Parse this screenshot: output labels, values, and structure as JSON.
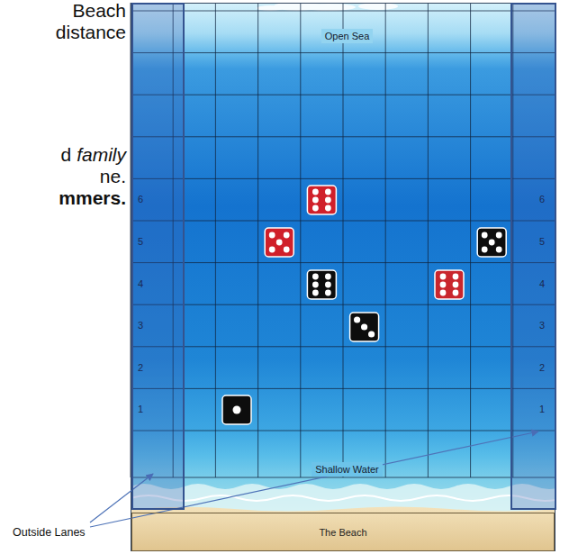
{
  "diagram": {
    "nodes": [
      {
        "text": [
          "Open Sea"
        ]
      },
      {
        "text": [
          "6",
          "5",
          "4",
          "3",
          "2",
          "1"
        ]
      },
      {
        "text": [
          "6",
          "5",
          "4",
          "3",
          "2",
          "1"
        ]
      },
      {
        "text": [
          "Shallow Water"
        ]
      },
      {
        "text": [
          "The Beach"
        ]
      }
    ],
    "labels": [
      "Beach",
      "distance",
      "d",
      "family",
      "ne.",
      "mmers.",
      "Outside Lanes"
    ]
  }
}
